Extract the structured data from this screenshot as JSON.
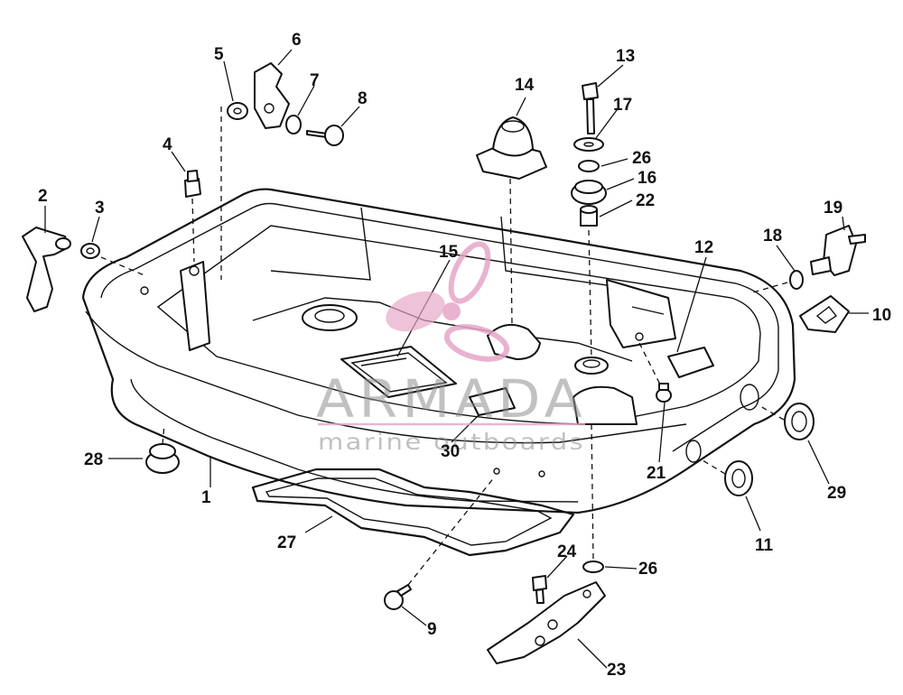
{
  "diagram": {
    "callouts": {
      "c1": "1",
      "c2": "2",
      "c3": "3",
      "c4": "4",
      "c5": "5",
      "c6": "6",
      "c7": "7",
      "c8": "8",
      "c9": "9",
      "c10": "10",
      "c11": "11",
      "c12": "12",
      "c13": "13",
      "c14": "14",
      "c15": "15",
      "c16": "16",
      "c17": "17",
      "c18": "18",
      "c19": "19",
      "c21": "21",
      "c22": "22",
      "c23": "23",
      "c24": "24",
      "c26a": "26",
      "c26b": "26",
      "c27": "27",
      "c28": "28",
      "c29": "29",
      "c30": "30"
    },
    "watermark": {
      "brand": "ARMADA",
      "tagline": "marine outboards",
      "accent_color": "#e6a6c8"
    }
  }
}
